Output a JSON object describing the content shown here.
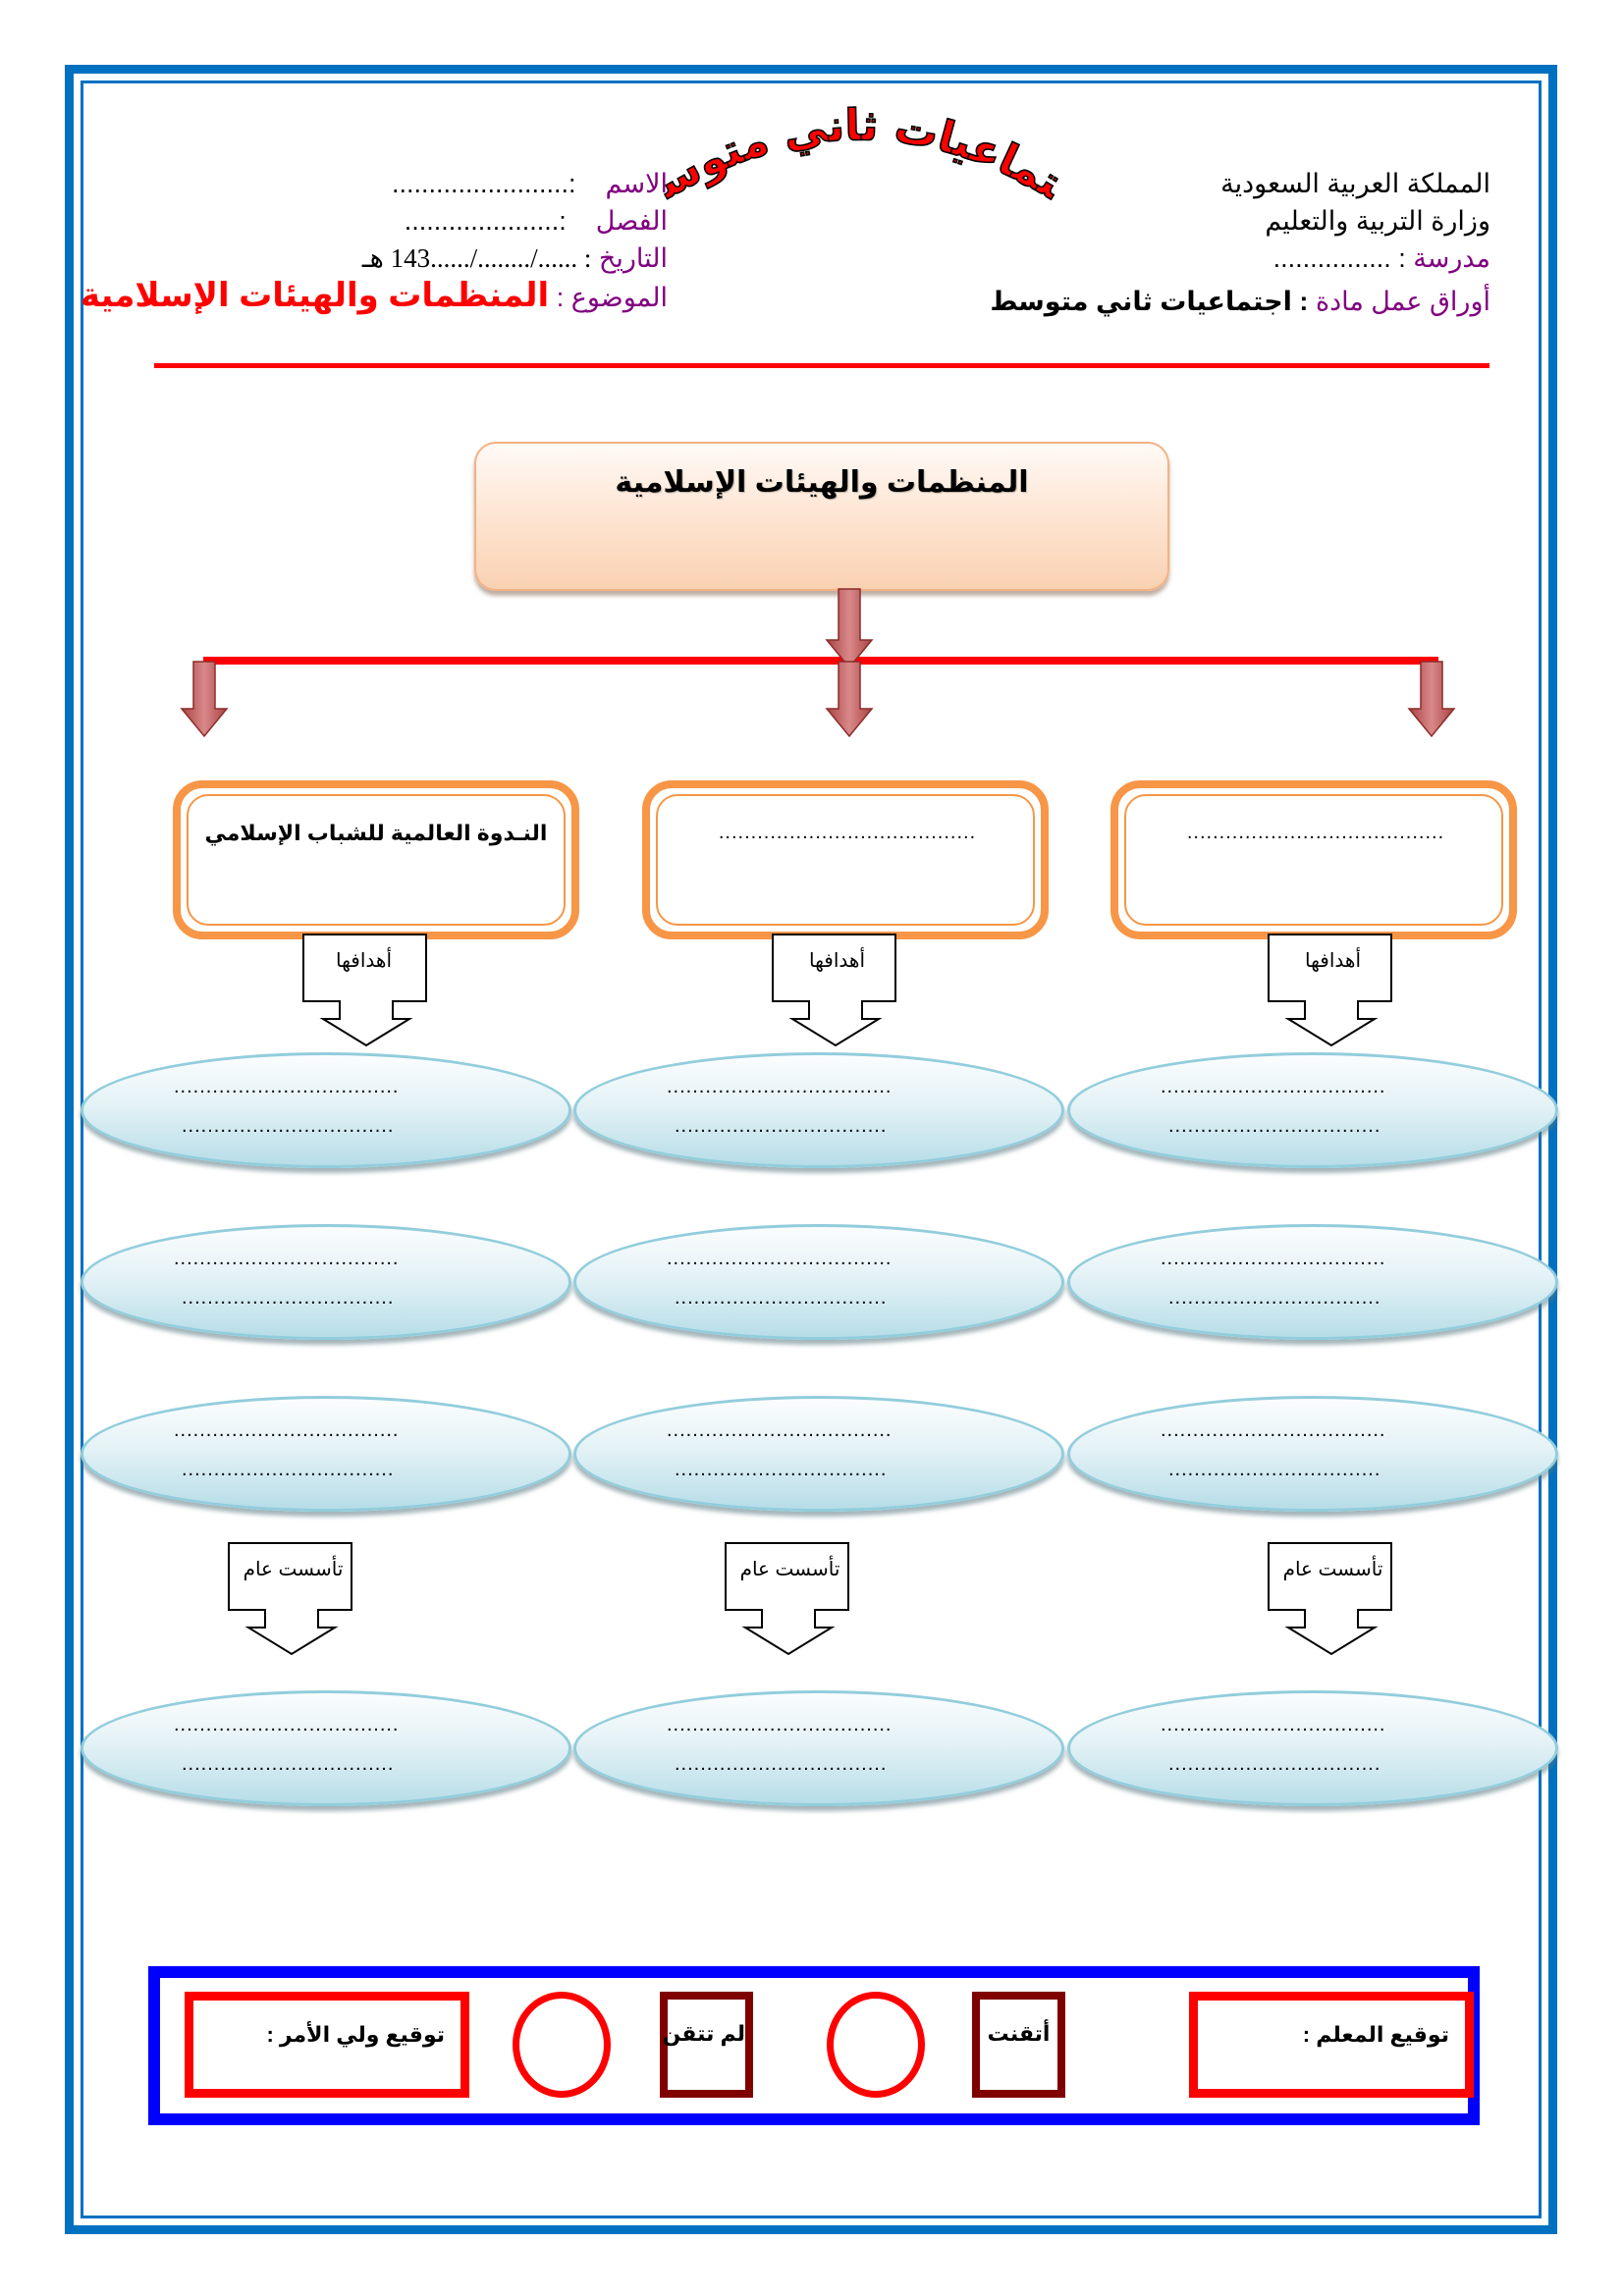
{
  "header": {
    "wordart_title": "اجتماعيات ثاني متوسط",
    "right": {
      "kingdom": "المملكة العربية السعودية",
      "ministry": "وزارة التربية والتعليم",
      "school_label": "مدرسة",
      "school_value": ": ................",
      "worksheets_label": "أوراق عمل مادة",
      "worksheets_value": ": اجتماعيات  ثاني متوسط"
    },
    "left": {
      "name_label": "الاسم",
      "name_value": ":........................",
      "class_label": "الفصل",
      "class_value": ":.....................",
      "date_label": "التاريخ",
      "date_value": ": ....../......../......143 هـ",
      "subject_label": "الموضوع",
      "subject_value": "المنظمات والهيئات الإسلامية"
    }
  },
  "diagram": {
    "root": "المنظمات والهيئات الإسلامية",
    "columns": [
      {
        "organization": "النـدوة العالمية للشباب الإسلامي",
        "goals_label": "أهدافها",
        "goals": [
          [
            "...................................",
            "................................."
          ],
          [
            "...................................",
            "................................."
          ],
          [
            "...................................",
            "................................."
          ]
        ],
        "founded_label": "تأسست عام",
        "founded": [
          "...................................",
          "................................."
        ]
      },
      {
        "organization": "........................................",
        "goals_label": "أهدافها",
        "goals": [
          [
            "...................................",
            "................................."
          ],
          [
            "...................................",
            "................................."
          ],
          [
            "...................................",
            "................................."
          ]
        ],
        "founded_label": "تأسست عام",
        "founded": [
          "...................................",
          "................................."
        ]
      },
      {
        "organization": "........................................",
        "goals_label": "أهدافها",
        "goals": [
          [
            "...................................",
            "................................."
          ],
          [
            "...................................",
            "................................."
          ],
          [
            "...................................",
            "................................."
          ]
        ],
        "founded_label": "تأسست عام",
        "founded": [
          "...................................",
          "................................."
        ]
      }
    ]
  },
  "assessment": {
    "teacher_signature": "توقيع المعلم :",
    "mastered": "أتقنت",
    "not_mastered": "لم تتقن",
    "guardian_signature": "توقيع ولي الأمر :"
  },
  "colors": {
    "page_border": "#0070c0",
    "accent_red": "#ff0000",
    "label_purple": "#800080",
    "org_border": "#f79646",
    "ellipse_border": "#92cddc",
    "footer_frame": "#0000ff",
    "grade_box": "#800000"
  }
}
